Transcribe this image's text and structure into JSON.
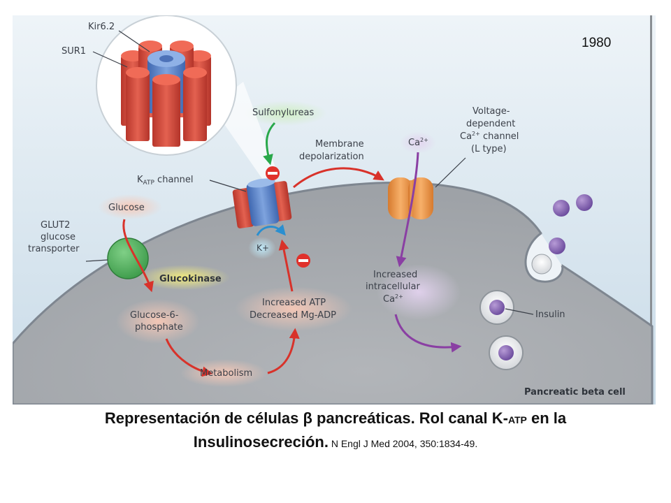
{
  "year": "1980",
  "labels": {
    "kir62": "Kir6.2",
    "sur1": "SUR1",
    "sulfonylureas": "Sulfonylureas",
    "membrane_depol_1": "Membrane",
    "membrane_depol_2": "depolarization",
    "katp_k": "K",
    "katp_sub": "ATP",
    "katp_rest": " channel",
    "ca_top": "Ca",
    "ca_sup": "2+",
    "vdcc_1": "Voltage-",
    "vdcc_2": "dependent",
    "vdcc_3_a": "Ca",
    "vdcc_3_sup": "2+",
    "vdcc_3_b": " channel",
    "vdcc_4": "(L type)",
    "glucose": "Glucose",
    "glut2_1": "GLUT2",
    "glut2_2": "glucose",
    "glut2_3": "transporter",
    "glucokinase": "Glucokinase",
    "k_plus": "K+",
    "increased_ca_1": "Increased",
    "increased_ca_2": "intracellular",
    "increased_ca_3": "Ca",
    "increased_ca_sup": "2+",
    "g6p_1": "Glucose-6-",
    "g6p_2": "phosphate",
    "atp_1": "Increased ATP",
    "atp_2": "Decreased Mg-ADP",
    "insulin": "Insulin",
    "metabolism": "Metabolism",
    "cell": "Pancreatic beta cell"
  },
  "caption": {
    "part1": "Representación de células ",
    "beta": "β",
    "part2": " pancreáticas. Rol canal K-",
    "atp": "ATP",
    "part3": " en la",
    "part4": "Insulinosecreción.",
    "ref": " N Engl J Med 2004, 350:1834-49."
  }
}
